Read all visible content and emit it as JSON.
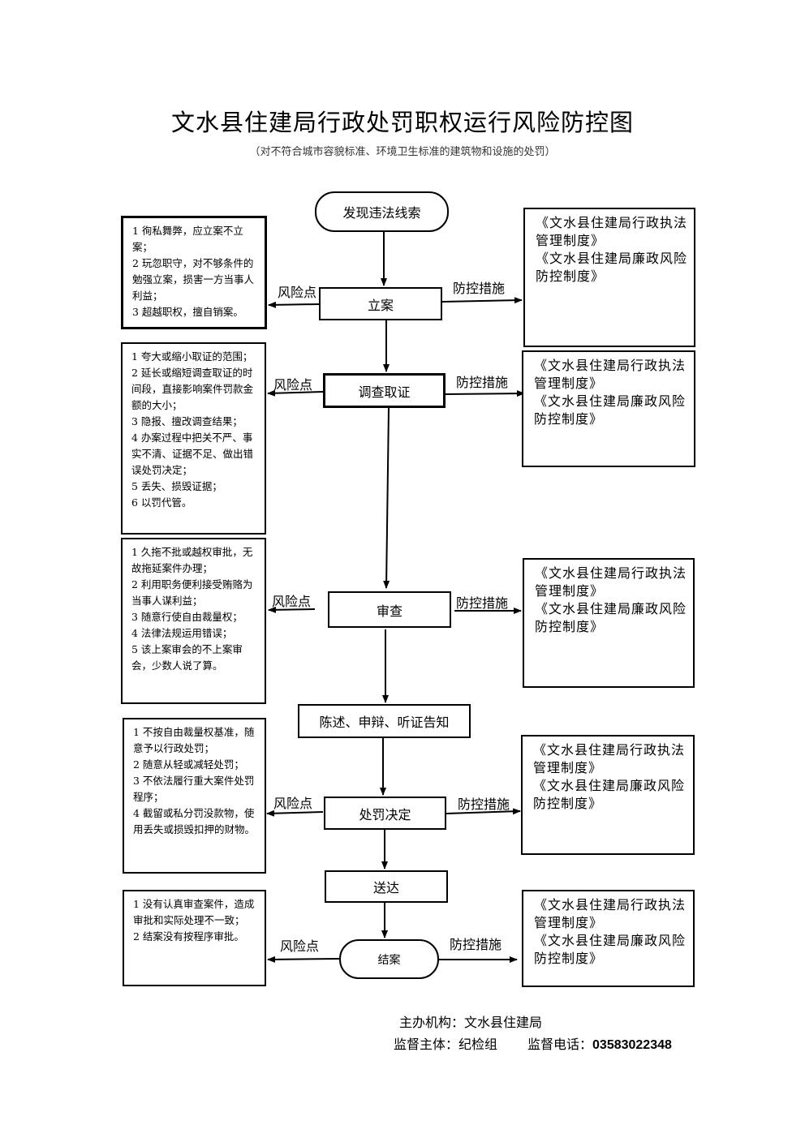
{
  "title": "文水县住建局行政处罚职权运行风险防控图",
  "subtitle": "（对不符合城市容貌标准、环境卫生标准的建筑物和设施的处罚）",
  "labels": {
    "risk": "风险点",
    "control": "防控措施"
  },
  "steps": {
    "discover": "发现违法线索",
    "file": "立案",
    "investigate": "调查取证",
    "review": "审查",
    "notify": "陈述、申辩、听证告知",
    "decide": "处罚决定",
    "deliver": "送达",
    "close": "结案"
  },
  "risks": {
    "file": [
      "1 徇私舞弊，应立案不立案；",
      "2 玩忽职守，对不够条件的勉强立案，损害一方当事人利益；",
      "3 超越职权，擅自销案。"
    ],
    "investigate": [
      "1 夸大或缩小取证的范围；",
      "2 延长或缩短调查取证的时间段，直接影响案件罚款金额的大小；",
      "3 隐报、擅改调查结果；",
      "4 办案过程中把关不严、事实不清、证据不足、做出错误处罚决定；",
      "5 丢失、损毁证据；",
      "6 以罚代管。"
    ],
    "review": [
      "1 久拖不批或越权审批，无故拖延案件办理；",
      "2 利用职务便利接受贿赂为当事人谋利益；",
      "3 随意行使自由裁量权；",
      "4 法律法规运用错误；",
      "5 该上案审会的不上案审会，少数人说了算。"
    ],
    "decide": [
      "1 不按自由裁量权基准，随意予以行政处罚；",
      "2 随意从轻或减轻处罚；",
      "3 不依法履行重大案件处罚程序；",
      "4 截留或私分罚没款物，使用丢失或损毁扣押的财物。"
    ],
    "close": [
      "1 没有认真审查案件，造成审批和实际处理不一致；",
      "2 结案没有按程序审批。"
    ]
  },
  "controls": {
    "file": [
      "《文水县住建局行政执法管理制度》",
      "《文水县住建局廉政风险防控制度》"
    ],
    "investigate": [
      "《文水县住建局行政执法管理制度》",
      "《文水县住建局廉政风险防控制度》"
    ],
    "review": [
      "《文水县住建局行政执法管理制度》",
      "《文水县住建局廉政风险防控制度》"
    ],
    "decide": [
      "《文水县住建局行政执法管理制度》",
      "《文水县住建局廉政风险防控制度》"
    ],
    "close": [
      "《文水县住建局行政执法管理制度》",
      "《文水县住建局廉政风险防控制度》"
    ]
  },
  "footer": {
    "organizer": "主办机构：文水县住建局",
    "supervisor": "监督主体：纪检组",
    "phone_label": "监督电话：",
    "phone": "03583022348"
  }
}
